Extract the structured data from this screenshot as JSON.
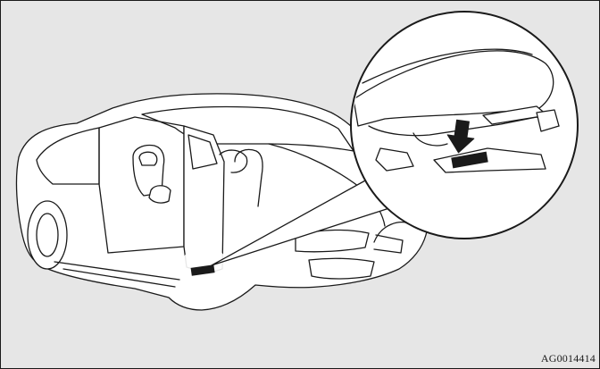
{
  "figure": {
    "code": "AG0014414",
    "colors": {
      "background": "#e6e6e6",
      "line": "#1a1a1a",
      "fill": "#ffffff",
      "highlight": "#ffffff"
    },
    "icons": [
      "car-illustration",
      "magnified-callout",
      "down-arrow-icon",
      "ticket-slot-icon"
    ]
  }
}
